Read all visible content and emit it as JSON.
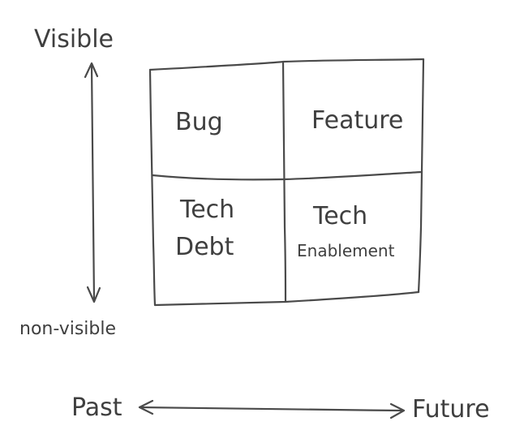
{
  "vertical_axis": {
    "top_label": "Visible",
    "bottom_label": "non-visible"
  },
  "horizontal_axis": {
    "left_label": "Past",
    "right_label": "Future"
  },
  "quadrants": {
    "top_left": [
      "Bug"
    ],
    "top_right": [
      "Feature"
    ],
    "bottom_left": [
      "Tech",
      "Debt"
    ],
    "bottom_right": [
      "Tech",
      "Enablement"
    ]
  },
  "colors": {
    "ink": "#4a4a4a",
    "background": "#ffffff"
  }
}
